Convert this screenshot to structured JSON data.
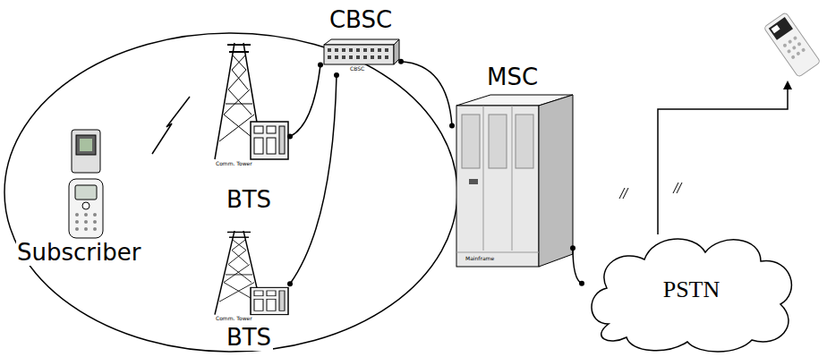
{
  "diagram": {
    "nodes": [
      {
        "text": [
          "BTS"
        ]
      },
      {
        "text": [
          "BTS"
        ]
      },
      {
        "text": [
          "CBSC"
        ]
      },
      {
        "text": [
          "MSC"
        ]
      },
      {
        "text": [
          "PSTN"
        ]
      }
    ],
    "edges": [
      {
        "from": 0,
        "to": 2,
        "arrow": "none"
      },
      {
        "from": 1,
        "to": 2,
        "arrow": "none"
      },
      {
        "from": 2,
        "to": 3,
        "arrow": "none"
      },
      {
        "from": 3,
        "to": 4,
        "arrow": "none"
      }
    ],
    "labels": [
      "Subscriber",
      "Comm. Tower",
      "Comm. Tower",
      "CBSC",
      "Mainframe"
    ]
  }
}
